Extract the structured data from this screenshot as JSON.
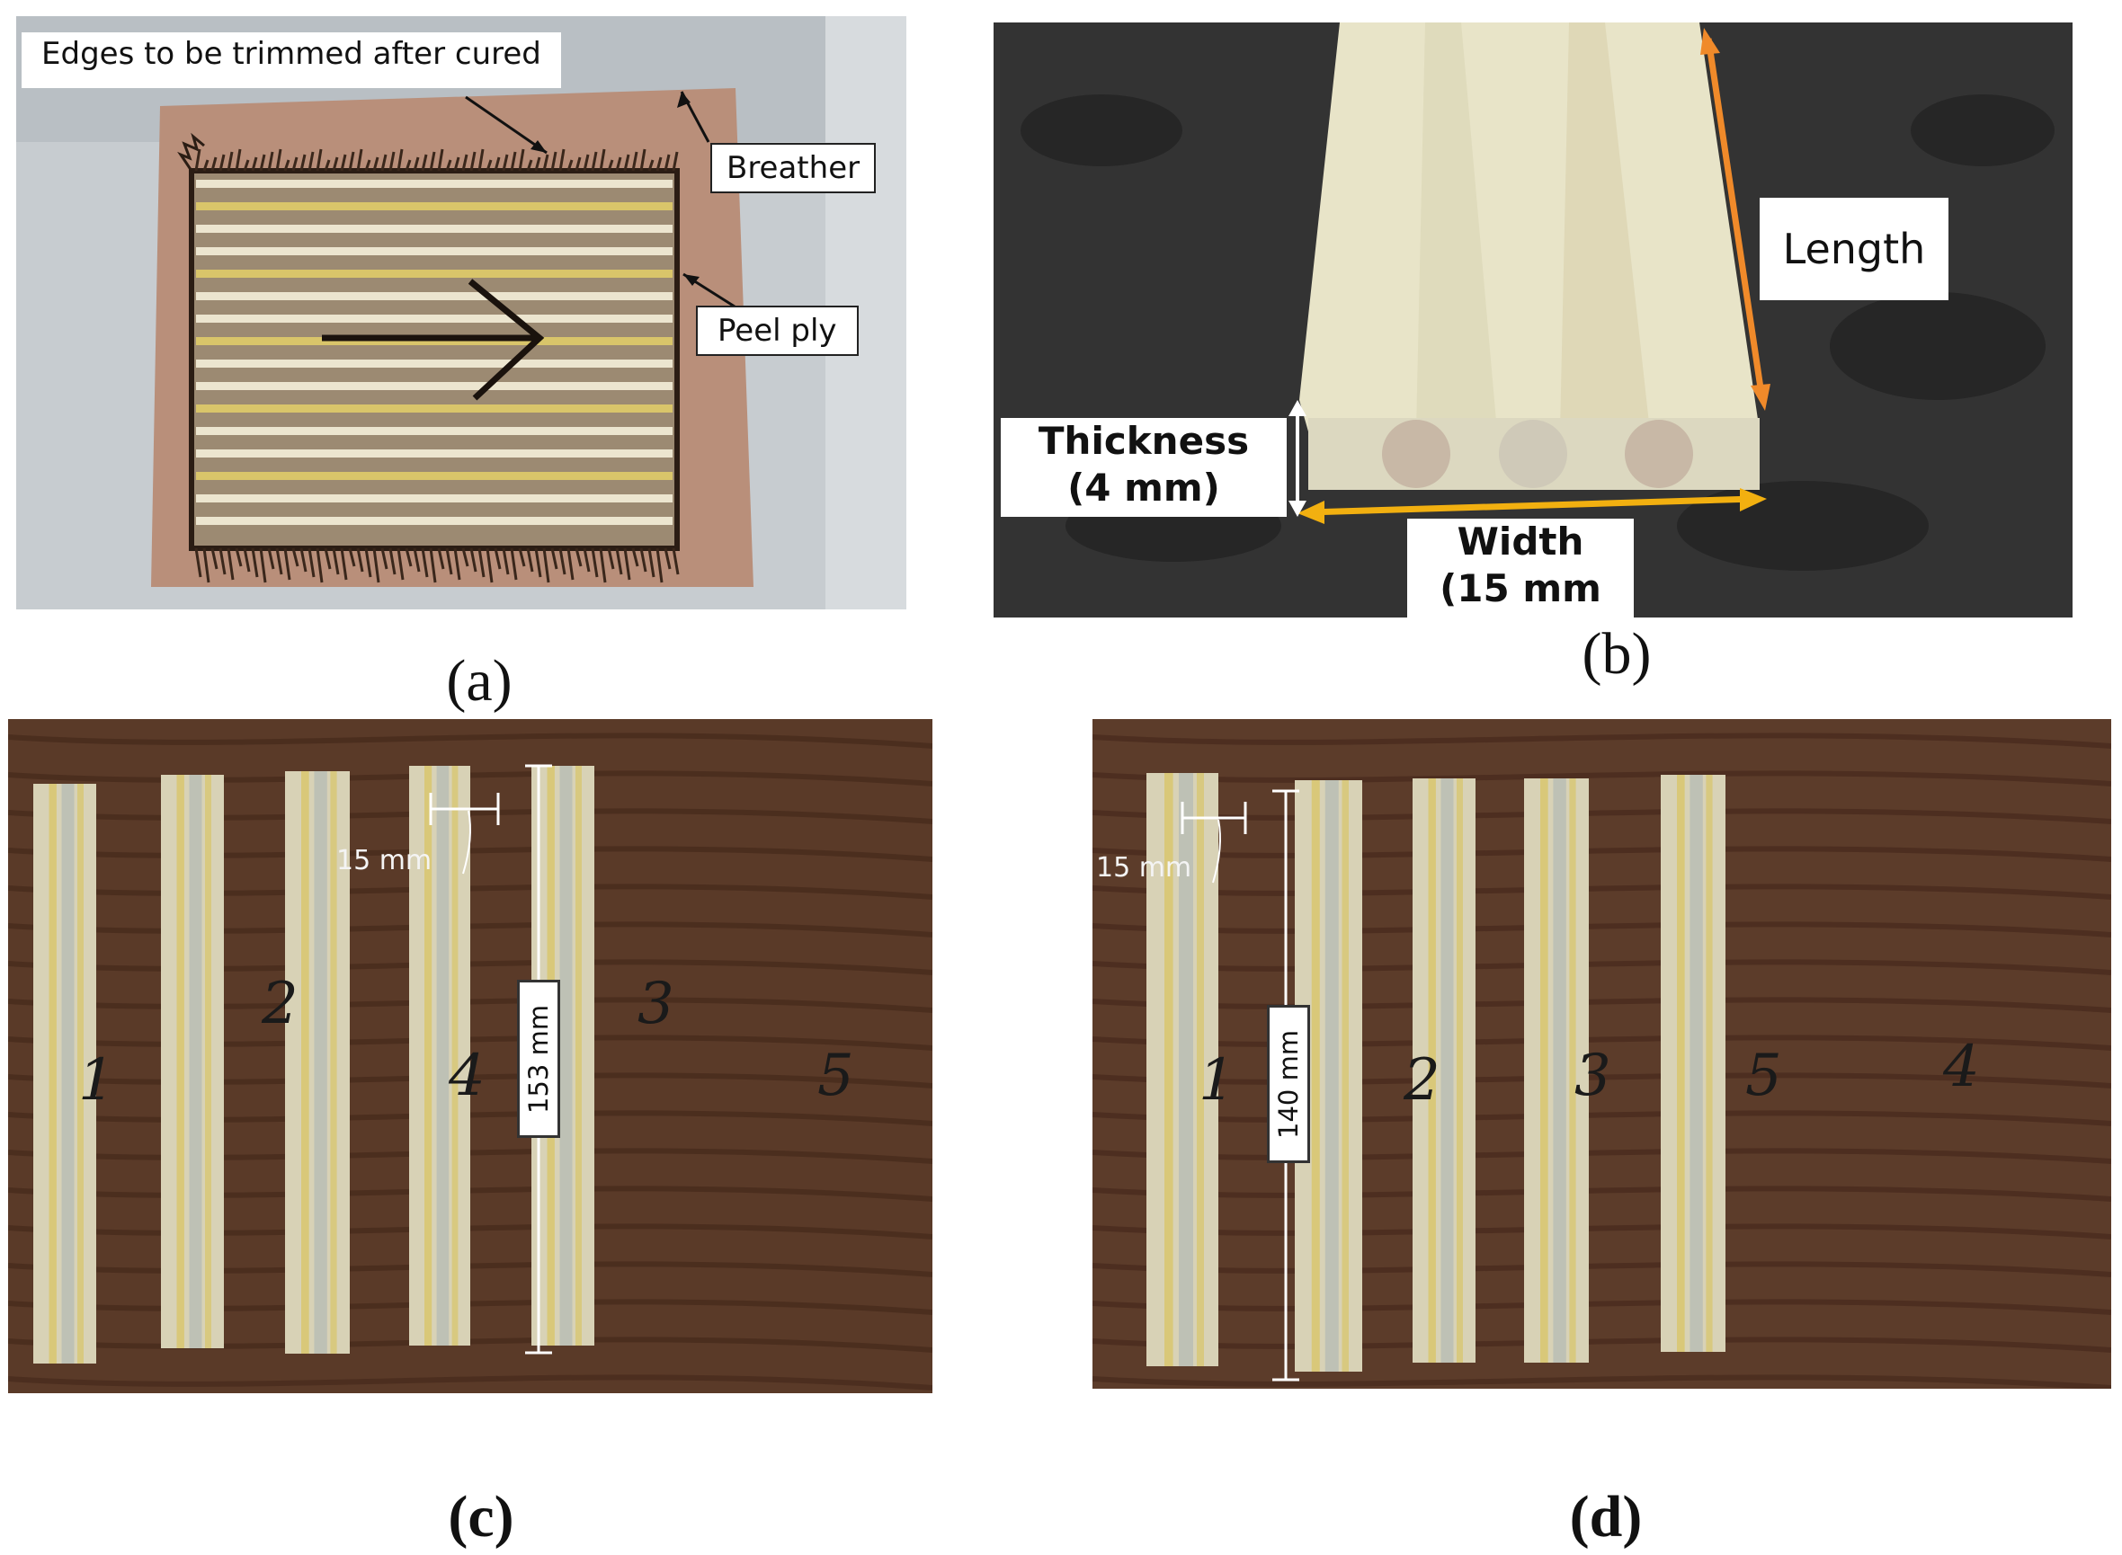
{
  "panel_a": {
    "caption": "(a)",
    "labels": {
      "edges": "Edges to be trimmed after cured",
      "breather": "Breather",
      "peel_ply": "Peel ply"
    }
  },
  "panel_b": {
    "caption": "(b)",
    "labels": {
      "length": "Length",
      "thickness_line1": "Thickness",
      "thickness_line2": "(4 mm)",
      "width_line1": "Width",
      "width_line2": "(15 mm"
    }
  },
  "panel_c": {
    "caption": "(c)",
    "width_dim": "15 mm",
    "length_dim": "153 mm",
    "specimens": [
      "1",
      "2",
      "4",
      "3",
      "5"
    ]
  },
  "panel_d": {
    "caption": "(d)",
    "width_dim": "15 mm",
    "length_dim": "140 mm",
    "specimens": [
      "1",
      "2",
      "3",
      "5",
      "4"
    ]
  },
  "colors": {
    "wood": "#5a3a28",
    "breather": "#b98f7a",
    "fabric_light": "#e6dcc2",
    "fabric_yellow": "#d9c56a",
    "arrow_orange": "#f08a2a",
    "background_dark": "#2f2f2f"
  }
}
